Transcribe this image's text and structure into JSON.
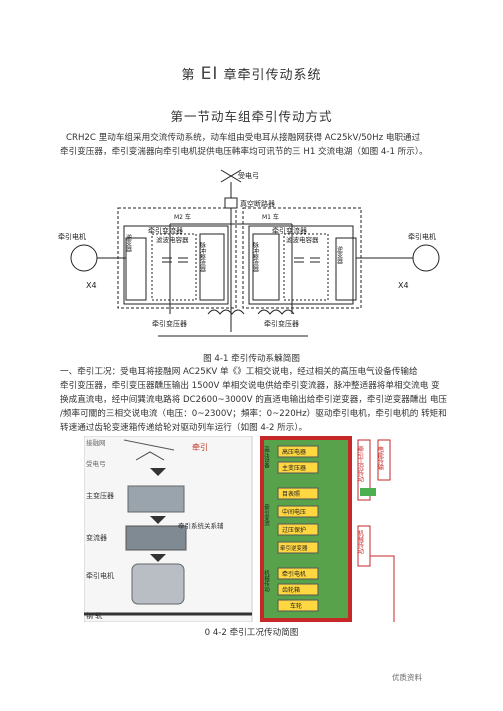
{
  "chapter": {
    "prefix": "第",
    "mark": "EI",
    "suffix": "章牵引传动系统"
  },
  "section_title": "第一节动车组牵引传动方式",
  "intro": {
    "line1": "CRH2C 里动车组采用交流传动系统，动车组由受电耳从接融网获得 AC25kV/50Hz 电职通过",
    "line2": "牵引变压器，牵引变湍器向牵引电机捉供电压韩率均可讯节的三 H1 交流电湖（如图 4-1 所示）。"
  },
  "fig1": {
    "caption": "图 4-1 牵引传动系觫简图",
    "pantograph_label": "受电弓",
    "breaker_label": "真空断路器",
    "m2_label": "M2 车",
    "m1_label": "M1 车",
    "converter_left": "牵引变流器",
    "converter_right": "牵引变流器",
    "filter_left": "滤波电容器",
    "filter_right": "滤波电容器",
    "motor_left": "牵引电机",
    "motor_right": "牵引电机",
    "inverter_text": "逆变器",
    "rectifier_text": "脉冲整流器",
    "x4_left": "X4",
    "x4_right": "X4",
    "transformer_left": "牵引变压器",
    "transformer_right": "牵引变压器"
  },
  "body": {
    "line1": "一、牵引工况：受电耳将接融网 AC25KV 单《》工相交说电，经过相关的高压电气设备传输给",
    "line2": "牵引变压器，牵引变压器醺压输出 1500V 单相交说电供给牵引变流器，脉冲整适器将单相交流电 变",
    "line3": "换成直流电，经中间巽流电路将 DC2600~3000V 的直适电输出给牵引逆变器，牵引逆变器醺出 电压",
    "line4": "/频率可關的三相交说电流（电压：0~2300V；頻率：0~220Hz）驱动牵引电机，牵引电机的 转矩和",
    "line5": "转速通过齿轮变速箱传递给轮对驱动列车运行（如图 4-2 所示）。"
  },
  "fig2": {
    "caption": "0 4-2 牵引工况传动简图",
    "left_labels": {
      "catenary": "接融网",
      "pantograph": "受电弓",
      "transformer": "主变压器",
      "converter": "变流器",
      "motor": "牵引电机",
      "rail": "钢 轨",
      "system_switch": "牵引系统关系辅",
      "traction": "牵引"
    },
    "flow_boxes": [
      "高压电器",
      "主变压器",
      "目表照",
      "中间电压",
      "过压保护",
      "牵引逆变器",
      "牵引电机",
      "齿轮箱",
      "车轮"
    ],
    "side_labels": {
      "top": "高压设备",
      "mid": "牵引变流",
      "bottom": "机械传动"
    },
    "right_labels": {
      "red1": "牵引工况传动",
      "red2": "电能传输",
      "red3": "机械传动"
    }
  },
  "footer": "优质资料"
}
